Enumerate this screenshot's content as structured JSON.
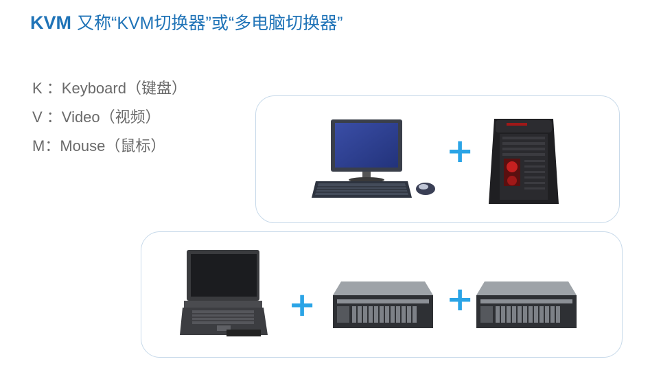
{
  "title": {
    "abbr": "KVM",
    "text": "又称“KVM切换器”或“多电脑切换器”"
  },
  "legend": [
    {
      "text": "K ：Keyboard（键盘）"
    },
    {
      "text": "V ：Video（视频）"
    },
    {
      "text": "M：Mouse（鼠标）"
    }
  ],
  "plus_sign": "+",
  "icons": {
    "monitor": "monitor-icon",
    "keyboard": "keyboard-icon",
    "mouse": "mouse-icon",
    "tower": "pc-tower-icon",
    "kvm_console": "kvm-console-icon",
    "server": "rack-server-icon"
  },
  "colors": {
    "title": "#1f73b7",
    "plus": "#2aa4e6",
    "panel_border": "#c8daea",
    "legend_text": "#6a6a6a"
  }
}
